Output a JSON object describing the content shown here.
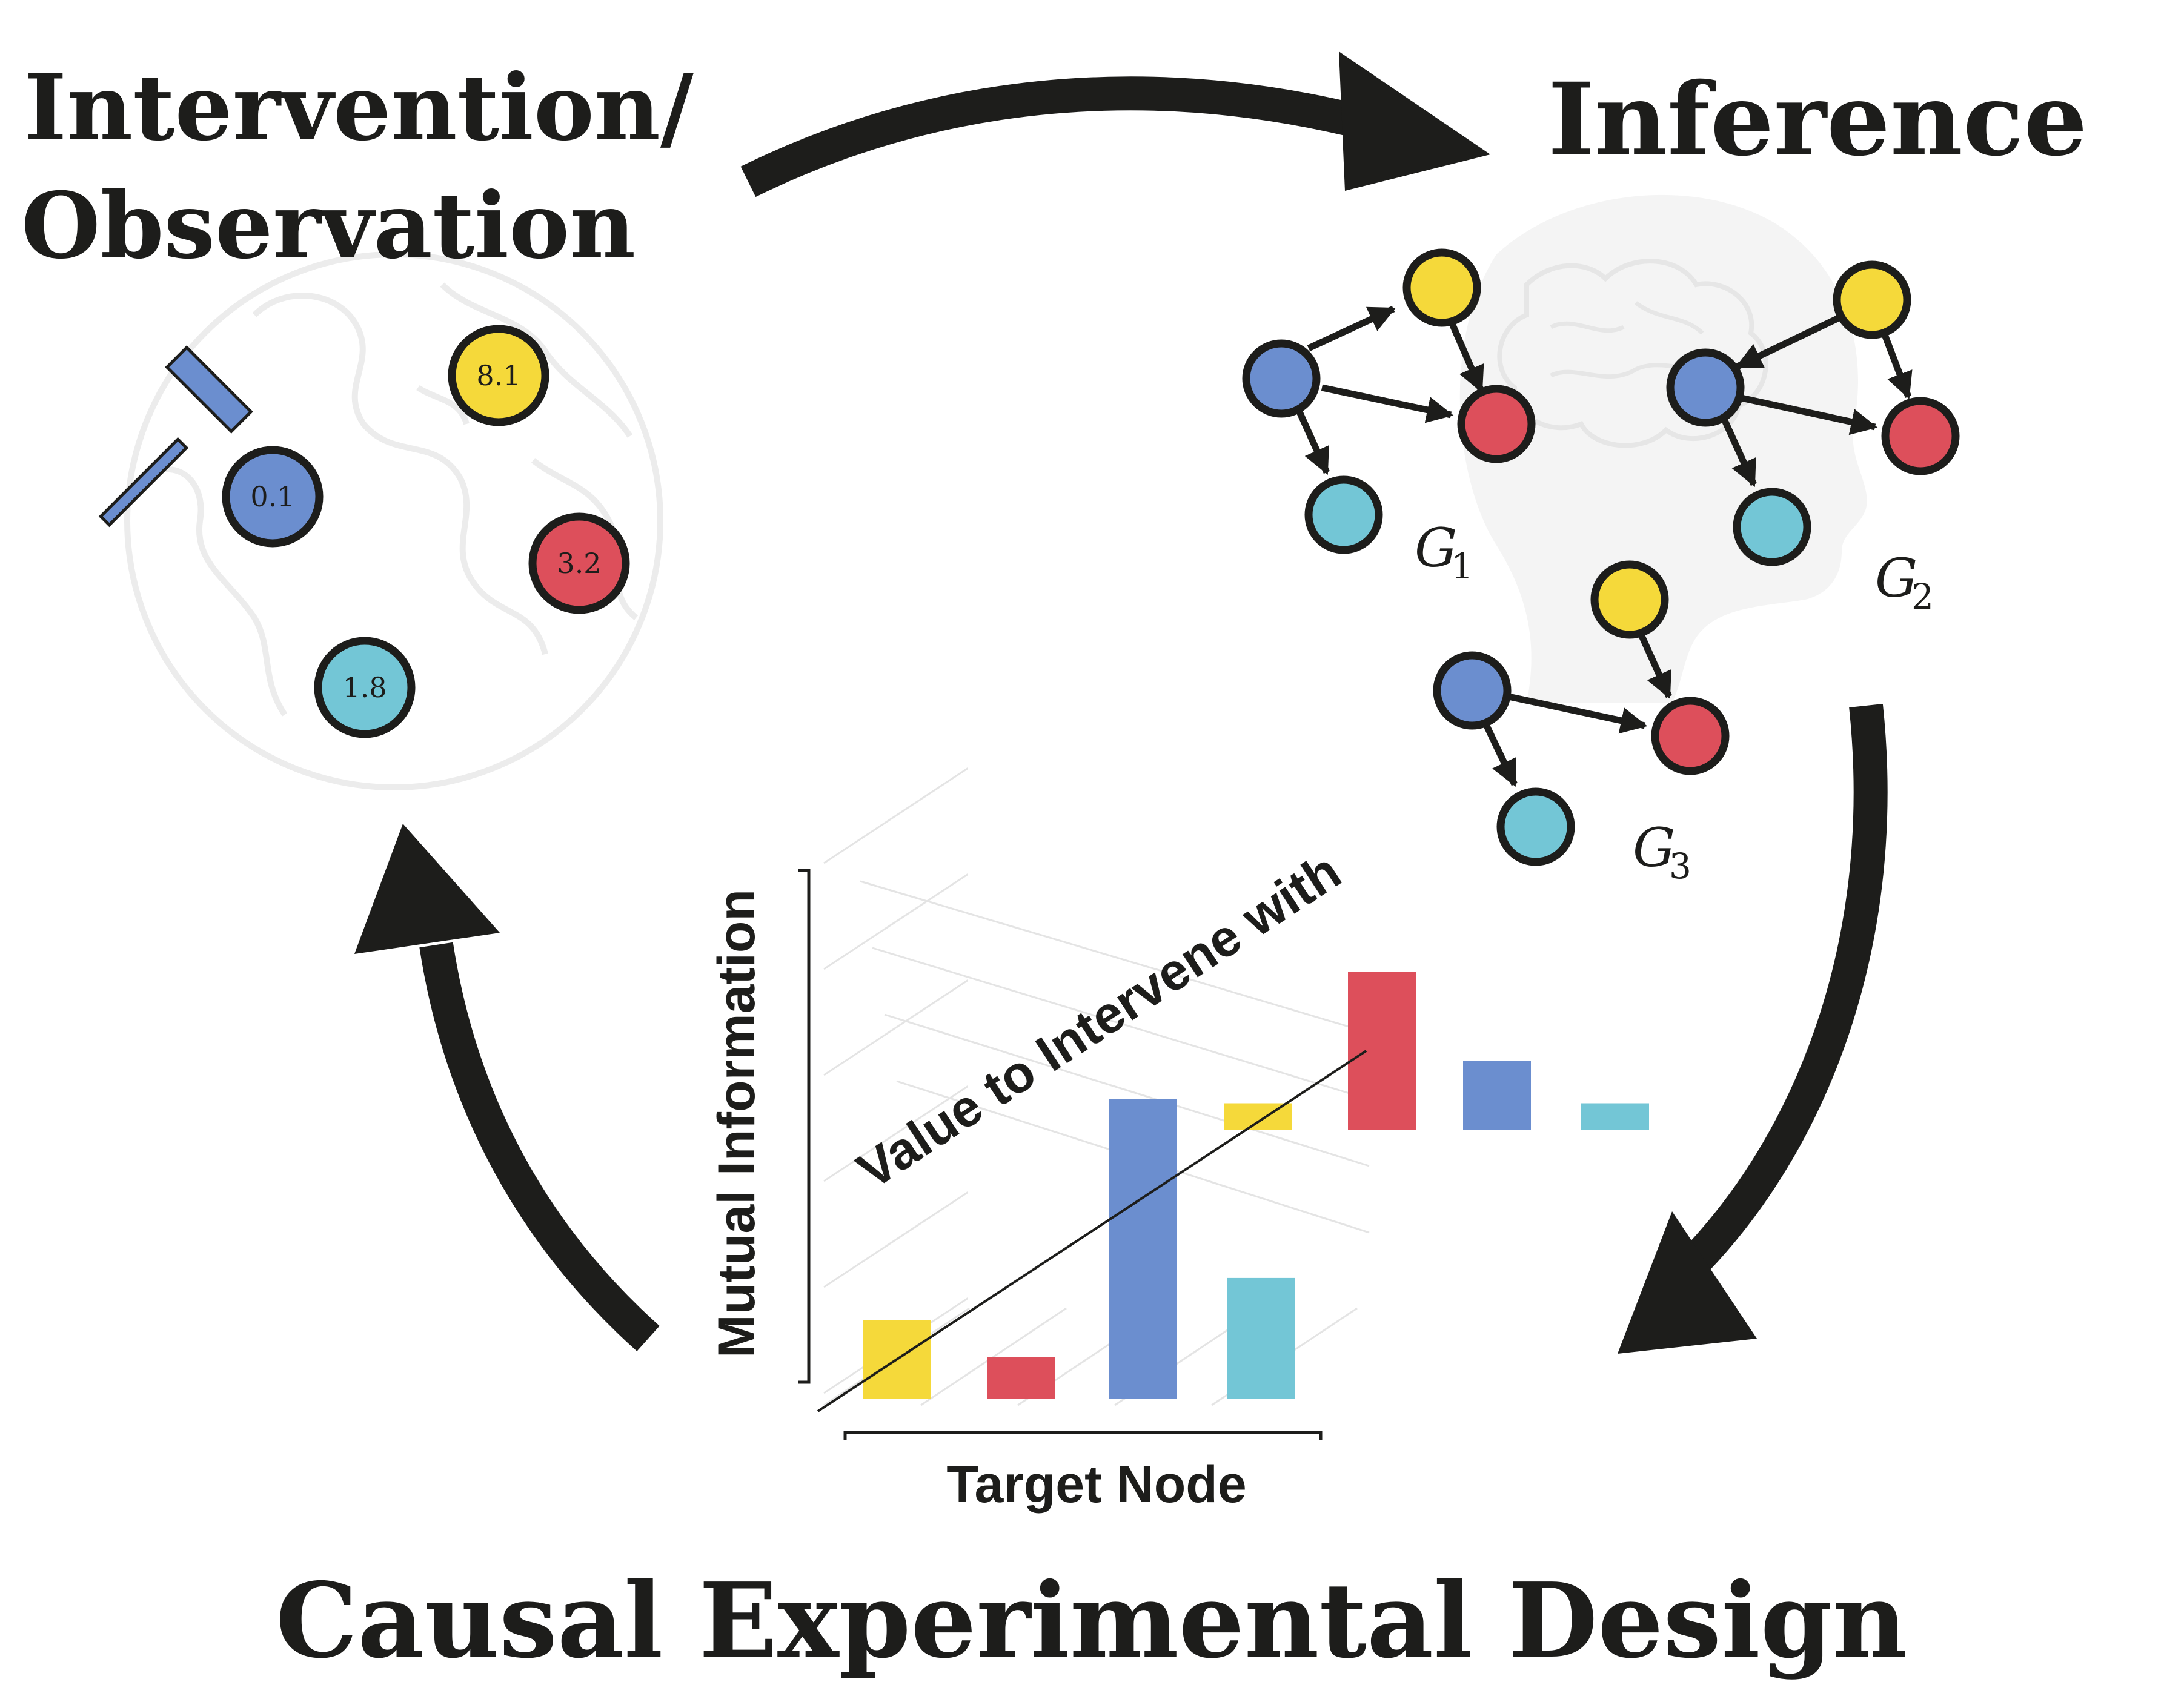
{
  "titles": {
    "intervention_line1": "Intervention/",
    "intervention_line2": "Observation",
    "inference": "Inference",
    "bottom": "Causal Experimental Design"
  },
  "colors": {
    "yellow": "#f5d93a",
    "blue": "#6b8ecf",
    "red": "#dd4f5b",
    "cyan": "#73c6d6",
    "ink": "#1d1d1b"
  },
  "icons": {
    "hammer": "hammer-icon",
    "globe": "globe-icon",
    "brain": "brain-head-icon"
  },
  "observation_nodes": [
    {
      "value": "0.1",
      "color": "blue"
    },
    {
      "value": "8.1",
      "color": "yellow"
    },
    {
      "value": "3.2",
      "color": "red"
    },
    {
      "value": "1.8",
      "color": "cyan"
    }
  ],
  "graphs": [
    {
      "symbol": "G",
      "subscript": "1"
    },
    {
      "symbol": "G",
      "subscript": "2"
    },
    {
      "symbol": "G",
      "subscript": "3"
    }
  ],
  "chart_data": {
    "type": "bar",
    "subtype": "3d-bar",
    "xlabel": "Target Node",
    "ylabel": "Mutual Information",
    "zlabel": "Value to Intervene with",
    "ylim": [
      0,
      1
    ],
    "grid": true,
    "front_row": {
      "categories": [
        "yellow",
        "red",
        "blue",
        "cyan"
      ],
      "values": [
        0.15,
        0.08,
        0.57,
        0.23
      ]
    },
    "back_row": {
      "categories": [
        "yellow",
        "red",
        "blue",
        "cyan"
      ],
      "values": [
        0.05,
        0.3,
        0.13,
        0.05
      ]
    }
  }
}
